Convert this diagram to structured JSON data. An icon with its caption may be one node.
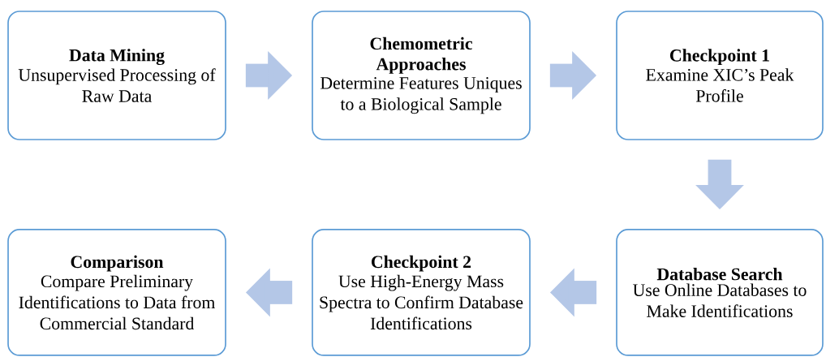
{
  "diagram": {
    "nodes": [
      {
        "text": [
          "Data Mining",
          "Unsupervised Processing of Raw Data"
        ]
      },
      {
        "text": [
          "Chemometric Approaches",
          "Determine Features Uniques to a Biological Sample"
        ]
      },
      {
        "text": [
          "Checkpoint 1",
          "Examine XIC’s Peak Profile"
        ]
      },
      {
        "text": [
          "Database Search",
          "Use Online Databases to Make Identifications"
        ]
      },
      {
        "text": [
          "Checkpoint 2",
          "Use High-Energy Mass Spectra to Confirm Database Identifications"
        ]
      },
      {
        "text": [
          "Comparison",
          "Compare Preliminary Identifications to Data from Commercial Standard"
        ]
      }
    ],
    "edges": [
      {
        "from": 0,
        "to": 1,
        "arrow": "to"
      },
      {
        "from": 1,
        "to": 2,
        "arrow": "to"
      },
      {
        "from": 2,
        "to": 3,
        "arrow": "to"
      },
      {
        "from": 3,
        "to": 4,
        "arrow": "to"
      },
      {
        "from": 4,
        "to": 5,
        "arrow": "to"
      }
    ]
  }
}
